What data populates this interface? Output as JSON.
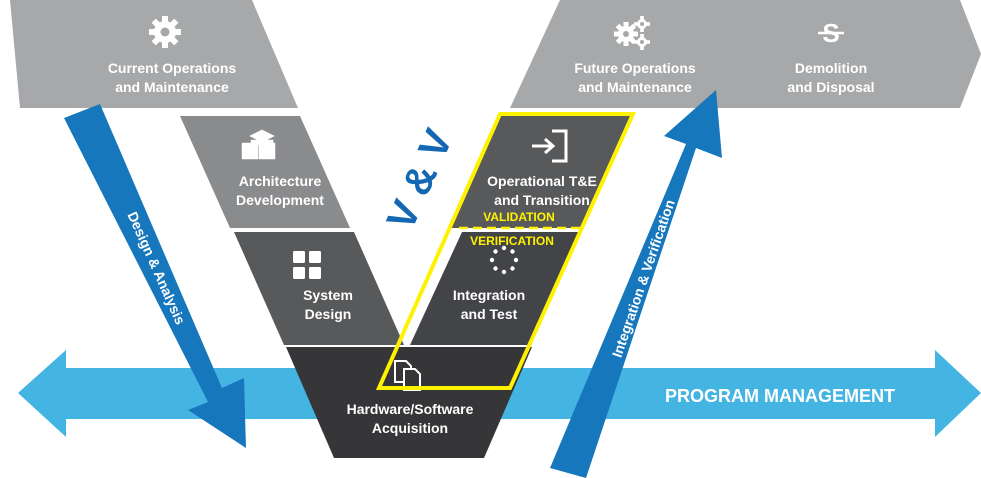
{
  "stages": {
    "current_ops": {
      "line1": "Current Operations",
      "line2": "and Maintenance",
      "icon": "gear-icon"
    },
    "architecture": {
      "line1": "Architecture",
      "line2": "Development",
      "icon": "cubes-icon"
    },
    "system_design": {
      "line1": "System",
      "line2": "Design",
      "icon": "grid-icon"
    },
    "hw_sw": {
      "line1": "Hardware/Software",
      "line2": "Acquisition",
      "icon": "documents-icon"
    },
    "integration": {
      "line1": "Integration",
      "line2": "and Test",
      "icon": "dotted-circle-icon"
    },
    "operational": {
      "line1": "Operational T&E",
      "line2": "and Transition",
      "icon": "enter-icon"
    },
    "future_ops": {
      "line1": "Future Operations",
      "line2": "and Maintenance",
      "icon": "gears-icon"
    },
    "demolition": {
      "line1": "Demolition",
      "line2": "and Disposal",
      "icon": "strikethrough-s-icon"
    }
  },
  "arrows": {
    "design": "Design & Analysis",
    "integration": "Integration & Verification",
    "program": "PROGRAM MANAGEMENT"
  },
  "overlay": {
    "vv": "V & V",
    "validation": "VALIDATION",
    "verification": "VERIFICATION"
  },
  "colors": {
    "light_gray": "#a7a8aa",
    "mid_gray": "#8a8b8d",
    "dark_gray": "#58595b",
    "darker_gray": "#434447",
    "darkest": "#363639",
    "light_blue": "#44b4e3",
    "dark_blue": "#1677bd",
    "vv_blue": "#1467b3",
    "yellow": "#fff200"
  }
}
